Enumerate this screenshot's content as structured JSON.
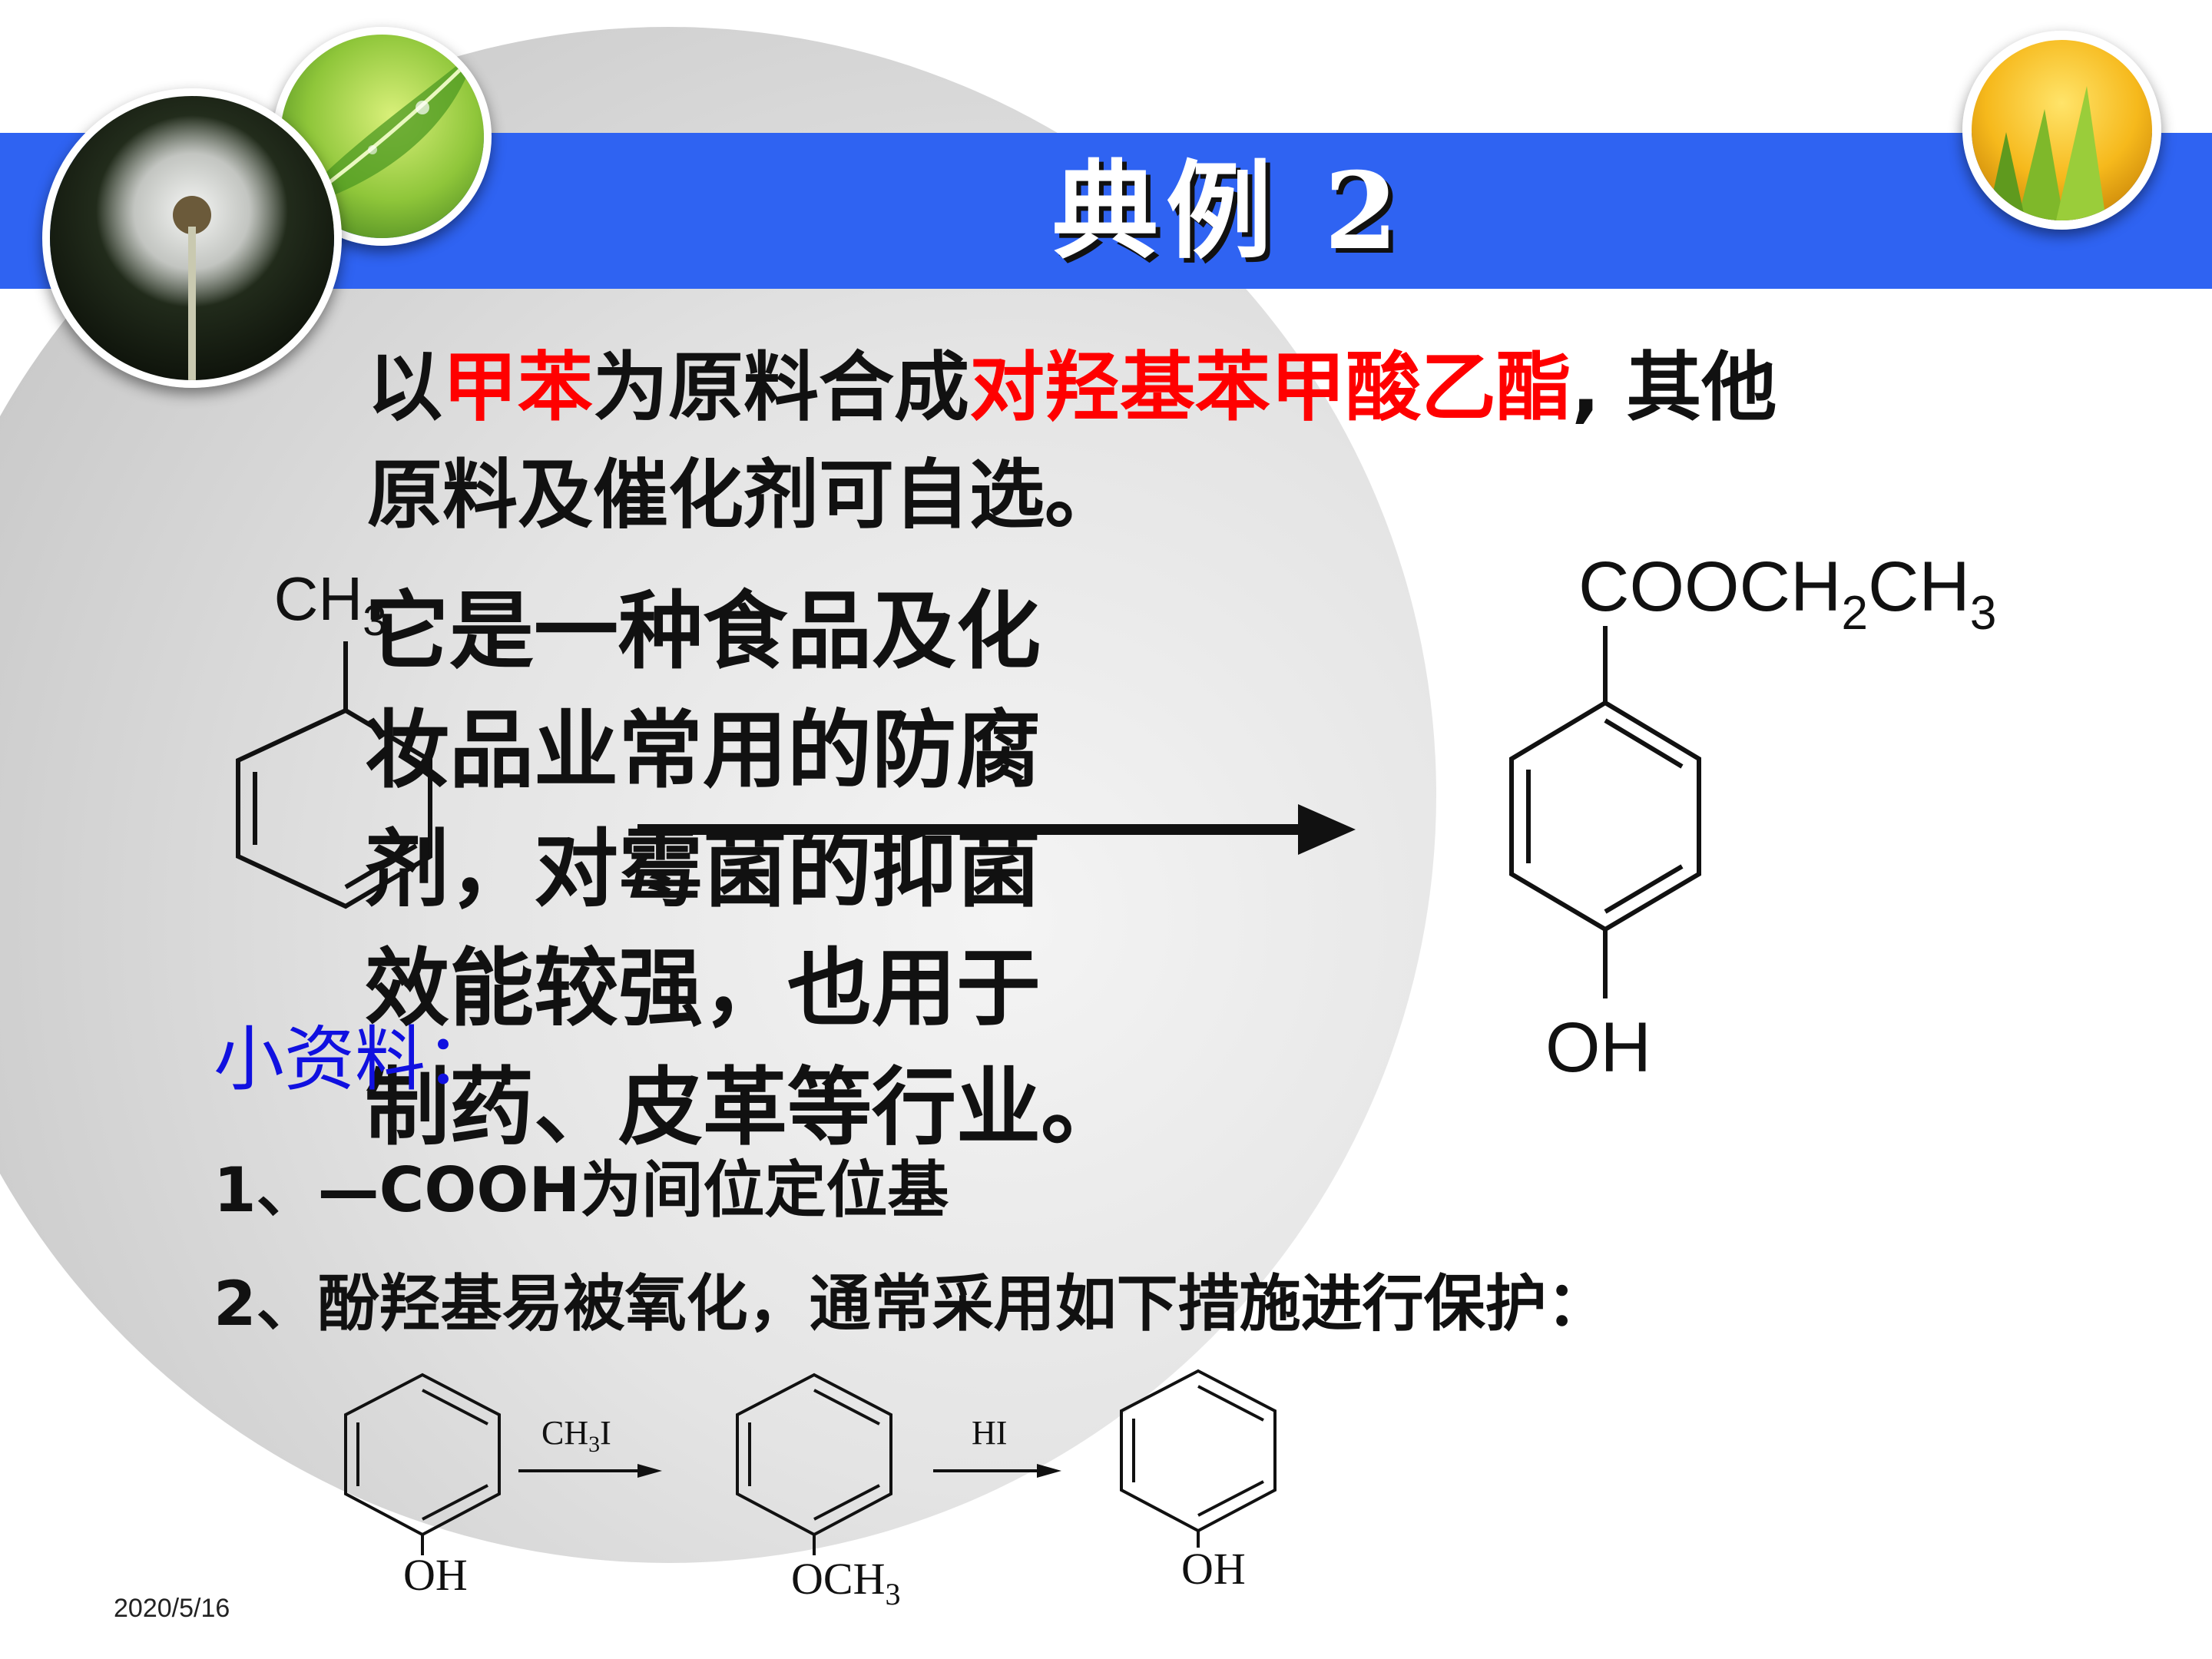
{
  "slide": {
    "title": "典例 2",
    "question": {
      "seg1": "以",
      "seg2_red": "甲苯",
      "seg3": "为原料合成",
      "seg4_red": "对羟基苯甲酸乙酯",
      "seg5": ", 其他",
      "line2": "原料及催化剂可自选。"
    },
    "overlay_text": [
      "它是一种食品及化",
      "妆品业常用的防腐",
      "剂，对霉菌的抑菌",
      "效能较强，也用于",
      "制药、皮革等行业。"
    ],
    "note_title": "小资料：",
    "tips": [
      "1、—COOH为间位定位基",
      "2、酚羟基易被氧化，通常采用如下措施进行保护："
    ],
    "date": "2020/5/16"
  },
  "molecules": {
    "toluene_label": "CH",
    "toluene_sub": "3",
    "product_top_a": "COOCH",
    "product_sub_a": "2",
    "product_top_b": "CH",
    "product_sub_b": "3",
    "product_bottom": "OH",
    "scheme": {
      "oh1": "OH",
      "reagent1_a": "CH",
      "reagent1_sub": "3",
      "reagent1_b": "I",
      "och3_a": "OCH",
      "och3_sub": "3",
      "reagent2": "HI",
      "oh2": "OH"
    }
  },
  "colors": {
    "band": "#2f63f2",
    "red_text": "#ff0000",
    "note_blue": "#1010e0"
  }
}
